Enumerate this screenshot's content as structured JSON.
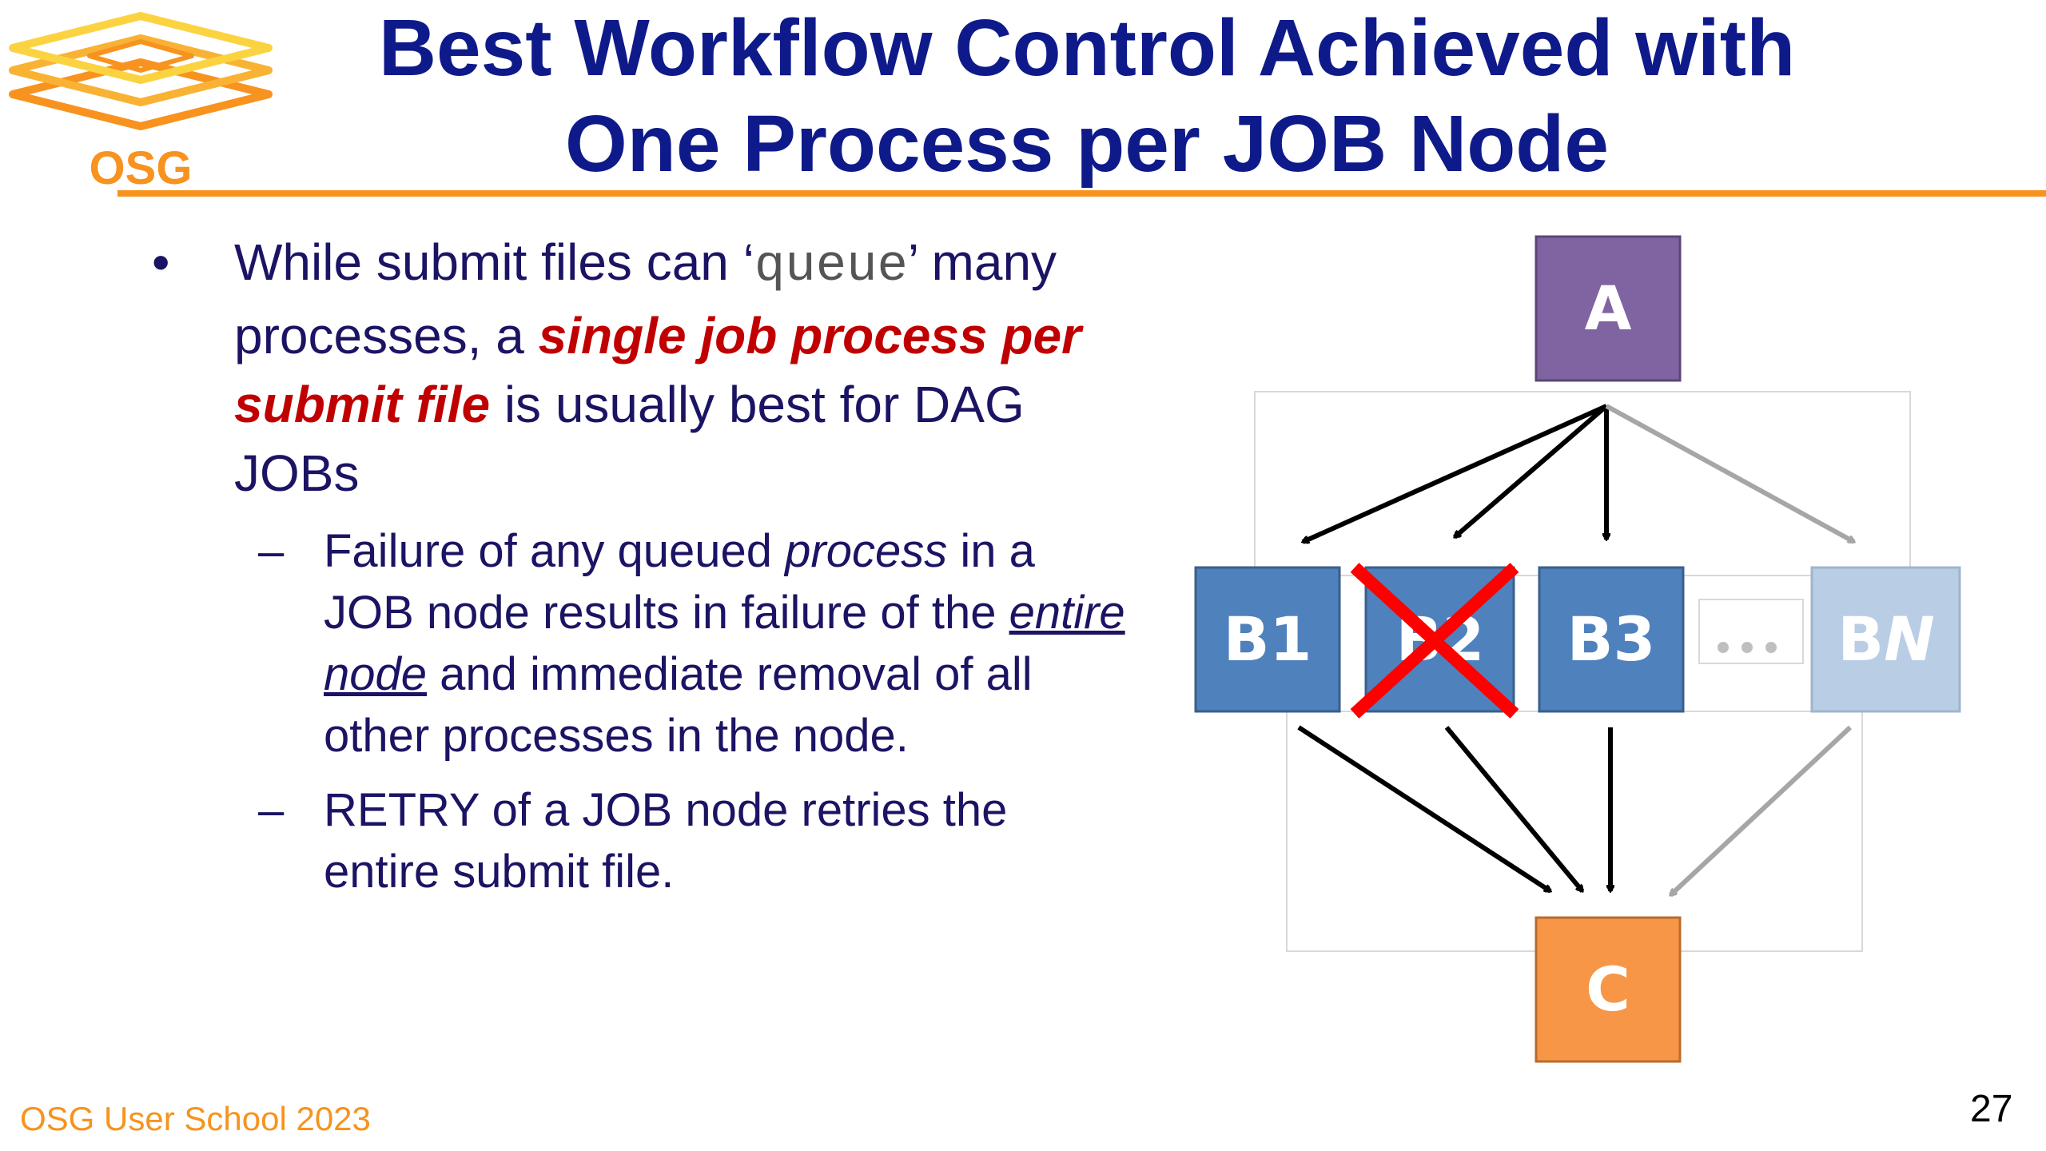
{
  "logo": {
    "text": "OSG",
    "color": "#f7931e",
    "accent": "#fbd341"
  },
  "title": {
    "line1": "Best Workflow Control Achieved with",
    "line2": "One Process per JOB Node"
  },
  "bullets": {
    "main": {
      "t1": "While submit files can ‘",
      "code": "queue",
      "t2": "’ many processes, a ",
      "em": "single job process per submit file",
      "t3": " is usually best for DAG JOBs"
    },
    "sub1": {
      "t1": "Failure of any queued ",
      "it": "process",
      "t2": " in a JOB node results in failure of the ",
      "u": "entire node",
      "t3": " and immediate removal of all other processes in the node."
    },
    "sub2": {
      "text": "RETRY of a JOB node retries the entire submit file."
    }
  },
  "diagram": {
    "nodes": {
      "a": "A",
      "b1": "B1",
      "b2": "B2",
      "b3": "B3",
      "bn_b": "B",
      "bn_n": "N",
      "c": "C"
    },
    "colors": {
      "a": "#8064a2",
      "b": "#4f81bd",
      "bn": "#b9cde5",
      "c": "#f79646",
      "cross": "#ff0000",
      "edge": "#000000",
      "edge_faded": "#a6a6a6"
    }
  },
  "footer": {
    "school": "OSG User School 2023",
    "page": "27"
  }
}
